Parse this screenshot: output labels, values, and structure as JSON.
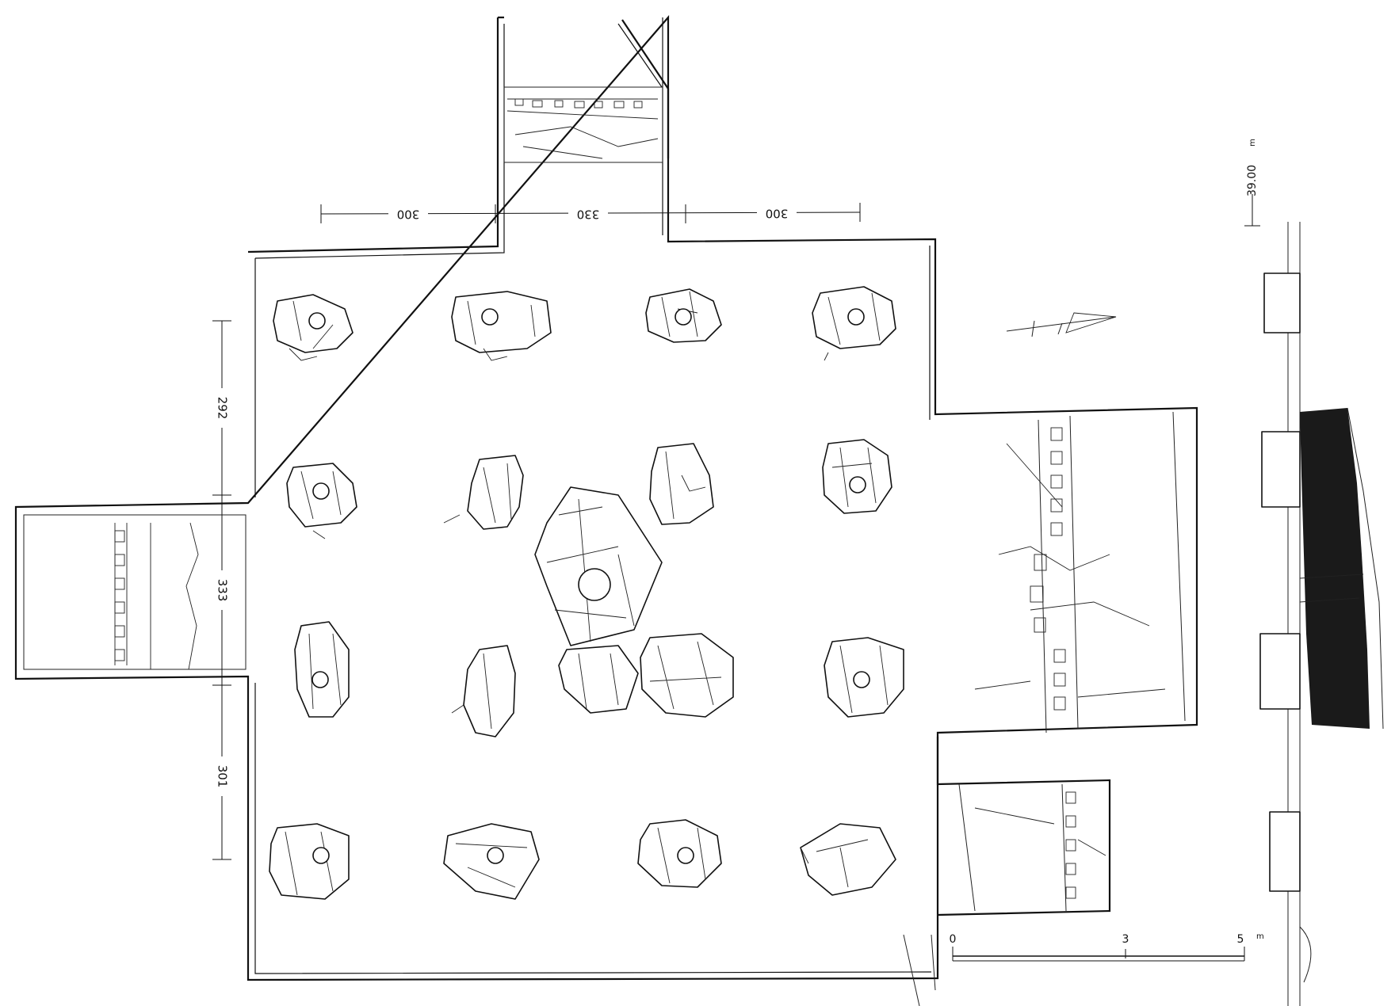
{
  "dimensions": {
    "top": [
      "300",
      "330",
      "300"
    ],
    "left": [
      "292",
      "333",
      "301"
    ]
  },
  "elevation": {
    "label": "39.00",
    "unit": "m"
  },
  "scale": {
    "ticks": [
      "0",
      "3",
      "5"
    ],
    "unit": "m"
  },
  "pillar_stones": {
    "count": 16,
    "rows": 4,
    "columns": 4
  }
}
